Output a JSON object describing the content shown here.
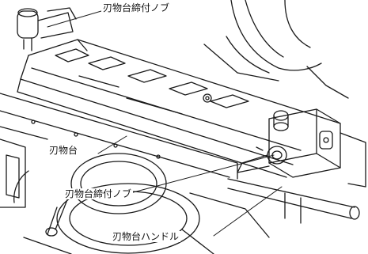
{
  "labels": {
    "top_clamp_knob": "刃物台締付ノブ",
    "tool_rest": "刃物台",
    "lower_clamp_knob": "刃物台締付ノブ",
    "tool_rest_handle": "刃物台ハンドル"
  },
  "colors": {
    "line": "#1a1a1a",
    "background": "#ffffff"
  }
}
